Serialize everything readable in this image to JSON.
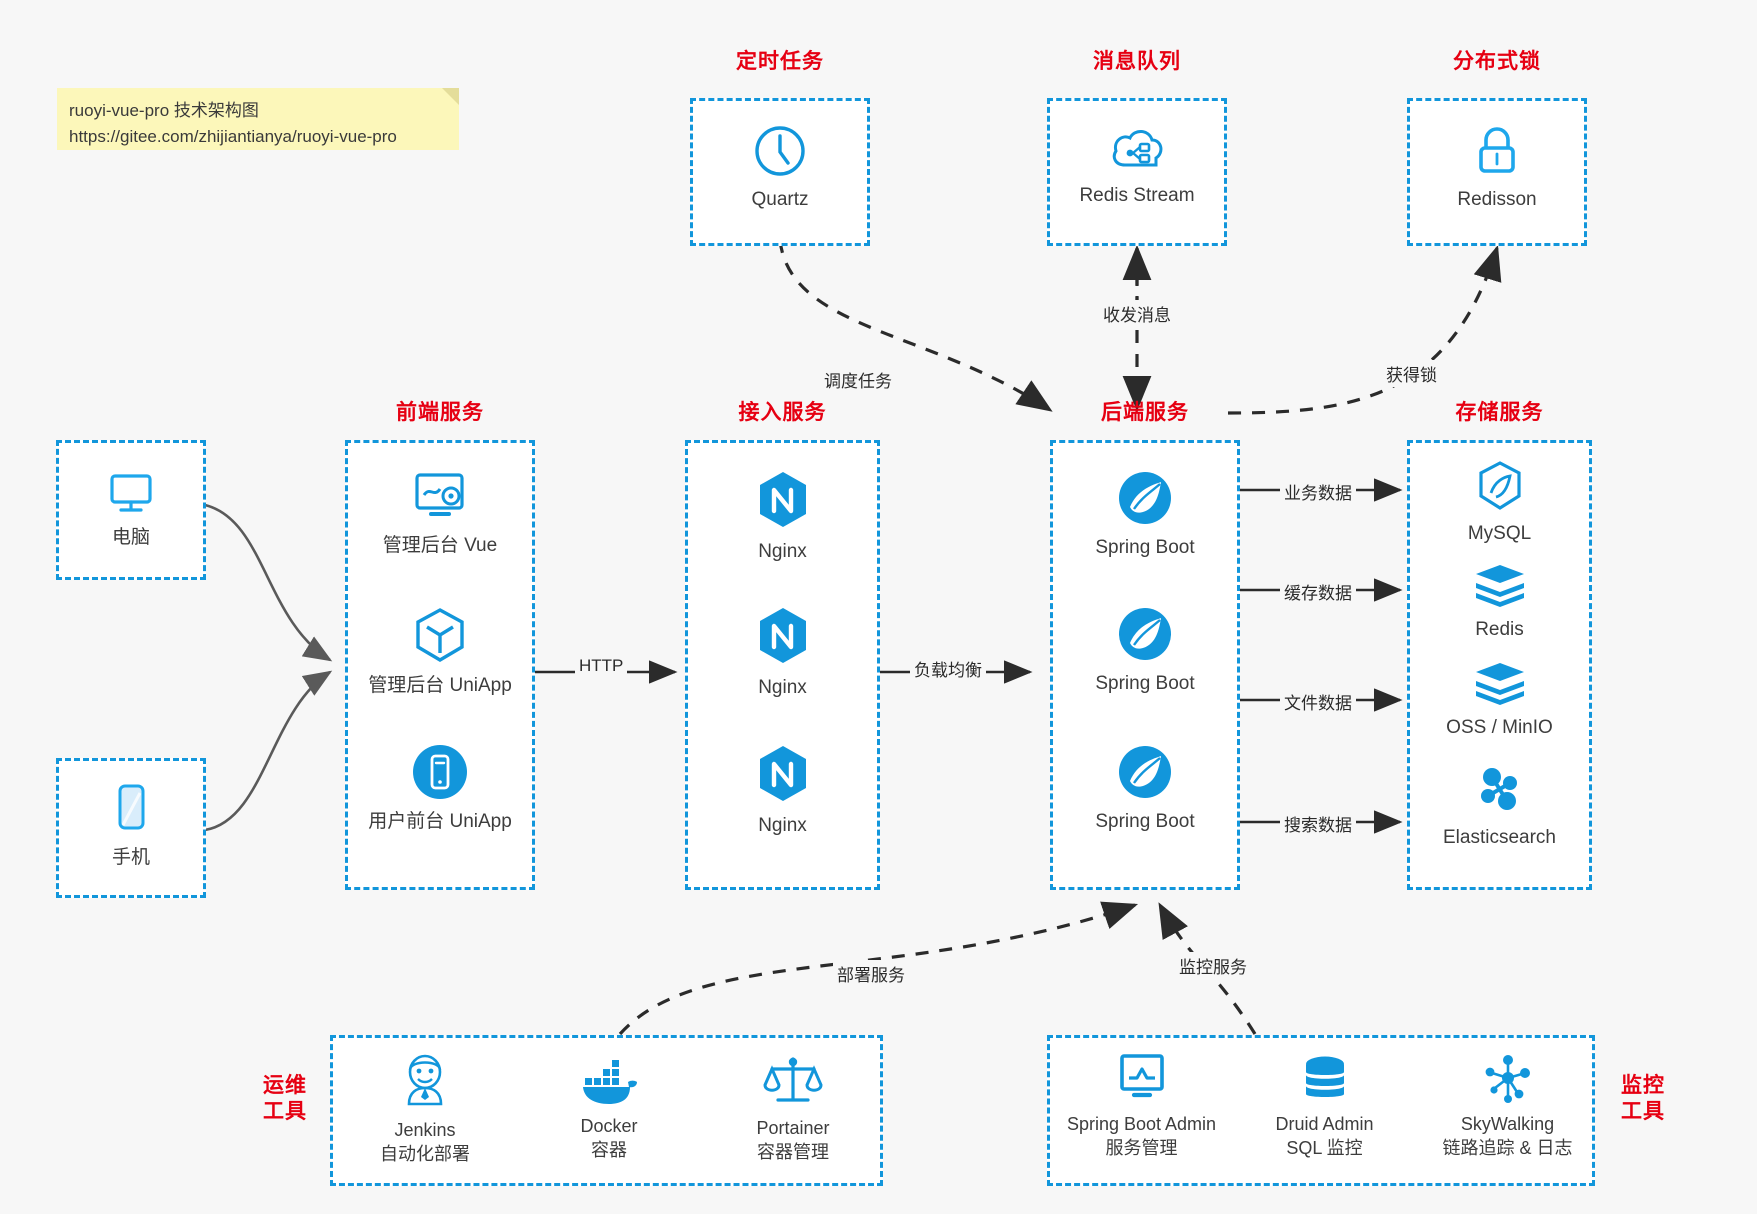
{
  "note": {
    "line1": "ruoyi-vue-pro 技术架构图",
    "line2": "https://gitee.com/zhijiantianya/ruoyi-vue-pro"
  },
  "sections": {
    "scheduler": {
      "title": "定时任务"
    },
    "mq": {
      "title": "消息队列"
    },
    "lock": {
      "title": "分布式锁"
    },
    "frontend": {
      "title": "前端服务"
    },
    "gateway": {
      "title": "接入服务"
    },
    "backend": {
      "title": "后端服务"
    },
    "storage": {
      "title": "存储服务"
    },
    "devops": {
      "title_l1": "运维",
      "title_l2": "工具"
    },
    "monitor": {
      "title_l1": "监控",
      "title_l2": "工具"
    }
  },
  "clients": [
    {
      "icon": "desktop-icon",
      "label": "电脑"
    },
    {
      "icon": "mobile-icon",
      "label": "手机"
    }
  ],
  "scheduler_nodes": [
    {
      "icon": "clock-icon",
      "label": "Quartz"
    }
  ],
  "mq_nodes": [
    {
      "icon": "cloud-stream-icon",
      "label": "Redis Stream"
    }
  ],
  "lock_nodes": [
    {
      "icon": "lock-icon",
      "label": "Redisson"
    }
  ],
  "frontend_nodes": [
    {
      "icon": "dashboard-gear-icon",
      "label": "管理后台 Vue"
    },
    {
      "icon": "cube-icon",
      "label": "管理后台 UniApp"
    },
    {
      "icon": "phone-filled-icon",
      "label": "用户前台 UniApp"
    }
  ],
  "gateway_nodes": [
    {
      "icon": "nginx-icon",
      "label": "Nginx"
    },
    {
      "icon": "nginx-icon",
      "label": "Nginx"
    },
    {
      "icon": "nginx-icon",
      "label": "Nginx"
    }
  ],
  "backend_nodes": [
    {
      "icon": "spring-icon",
      "label": "Spring Boot"
    },
    {
      "icon": "spring-icon",
      "label": "Spring Boot"
    },
    {
      "icon": "spring-icon",
      "label": "Spring Boot"
    }
  ],
  "storage_nodes": [
    {
      "icon": "mysql-icon",
      "label": "MySQL"
    },
    {
      "icon": "redis-icon",
      "label": "Redis"
    },
    {
      "icon": "oss-icon",
      "label": "OSS / MinIO"
    },
    {
      "icon": "elasticsearch-icon",
      "label": "Elasticsearch"
    }
  ],
  "devops_nodes": [
    {
      "icon": "jenkins-icon",
      "line1": "Jenkins",
      "line2": "自动化部署"
    },
    {
      "icon": "docker-icon",
      "line1": "Docker",
      "line2": "容器"
    },
    {
      "icon": "portainer-icon",
      "line1": "Portainer",
      "line2": "容器管理"
    }
  ],
  "monitor_nodes": [
    {
      "icon": "monitor-chart-icon",
      "line1": "Spring Boot Admin",
      "line2": "服务管理"
    },
    {
      "icon": "database-icon",
      "line1": "Druid Admin",
      "line2": "SQL 监控"
    },
    {
      "icon": "skywalking-icon",
      "line1": "SkyWalking",
      "line2": "链路追踪 & 日志"
    }
  ],
  "edges": {
    "http": "HTTP",
    "load_balance": "负载均衡",
    "schedule_task": "调度任务",
    "send_recv_msg": "收发消息",
    "acquire_lock": "获得锁",
    "business_data": "业务数据",
    "cache_data": "缓存数据",
    "file_data": "文件数据",
    "search_data": "搜索数据",
    "deploy_service": "部署服务",
    "monitor_service": "监控服务"
  },
  "colors": {
    "accent": "#1296db",
    "title_red": "#e60012",
    "note_bg": "#fcf7ba",
    "canvas": "#f7f7f7",
    "wire": "#2b2b2b",
    "client_wire": "#5a5a5a"
  }
}
